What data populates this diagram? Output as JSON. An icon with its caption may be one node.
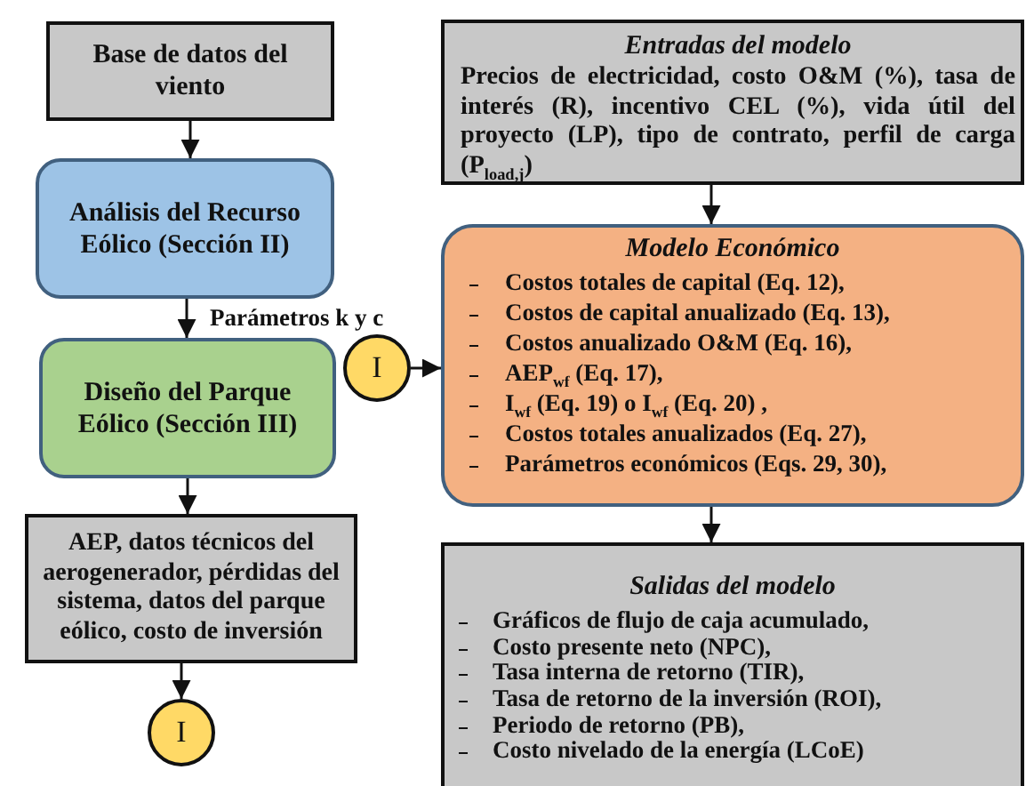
{
  "diagram": {
    "nodes": [
      {
        "text": [
          "Base de datos del viento"
        ]
      },
      {
        "text": [
          "Análisis del Recurso Eólico (Sección II)"
        ]
      },
      {
        "text": [
          "Diseño del Parque Eólico (Sección III)"
        ]
      },
      {
        "text": [
          "AEP, datos técnicos del aerogenerador, pérdidas del sistema, datos del parque eólico, costo de inversión"
        ]
      },
      {
        "text": [
          "I"
        ]
      },
      {
        "text": [
          "Entradas del modelo",
          "Precios de electricidad, costo O&M (%), tasa de interés (R), incentivo CEL (%), vida útil del proyecto (LP), tipo de contrato, perfil de carga (P$_{load,j}$)"
        ]
      },
      {
        "text": [
          "I"
        ]
      },
      {
        "text": [
          "Modelo Económico",
          "Costos totales de capital (Eq. 12),",
          "Costos de capital anualizado (Eq. 13),",
          "Costos anualizado O&M (Eq. 16),",
          "AEP$_{wf}$ (Eq. 17),",
          "I$_{wf}$ (Eq. 19) o I$_{wf}$ (Eq. 20) ,",
          "Costos totales anualizados (Eq. 27),",
          "Parámetros económicos (Eqs. 29, 30),"
        ]
      },
      {
        "text": [
          "Salidas del modelo",
          "Gráficos de flujo de caja acumulado,",
          "Costo presente neto (NPC),",
          "Tasa interna de retorno (TIR),",
          "Tasa de retorno de la inversión (ROI),",
          "Periodo de retorno (PB),",
          "Costo nivelado de la energía (LCoE)"
        ]
      }
    ],
    "edges": [
      {
        "from": 0,
        "to": 1,
        "arrow": "to"
      },
      {
        "from": 1,
        "to": 2,
        "arrow": "to",
        "label": "Parámetros k y c"
      },
      {
        "from": 2,
        "to": 3,
        "arrow": "to"
      },
      {
        "from": 3,
        "to": 4,
        "arrow": "to"
      },
      {
        "from": 5,
        "to": 7,
        "arrow": "to"
      },
      {
        "from": 6,
        "to": 7,
        "arrow": "to"
      },
      {
        "from": 7,
        "to": 8,
        "arrow": "to"
      }
    ]
  }
}
